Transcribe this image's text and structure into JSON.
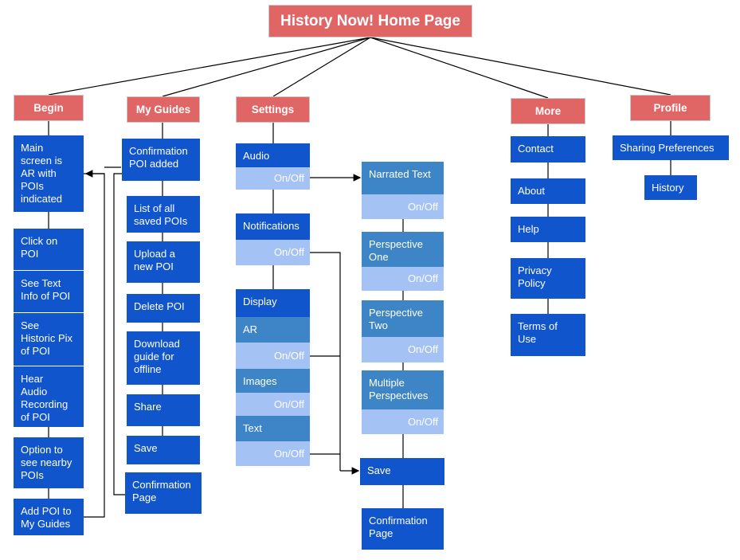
{
  "home": {
    "title": "History Now!  Home Page"
  },
  "menu": {
    "begin": "Begin",
    "my_guides": "My Guides",
    "settings": "Settings",
    "more": "More",
    "profile": "Profile"
  },
  "begin": {
    "items": [
      "Main\nscreen is\nAR with\nPOIs\nindicated",
      "Click on\nPOI",
      "See Text\nInfo of POI",
      "See\nHistoric Pix\nof POI",
      "Hear\nAudio\nRecording\nof POI",
      "Option to\nsee nearby\nPOIs",
      "Add POI to\nMy Guides"
    ]
  },
  "guides": {
    "items": [
      "Confirmation\nPOI added",
      "List of all\nsaved POIs",
      "Upload  a\nnew  POI",
      "Delete POI",
      "Download\nguide for\noffline",
      "Share",
      "Save",
      "Confirmation\nPage"
    ]
  },
  "settings": {
    "audio": "Audio",
    "notifications": "Notifications",
    "display": "Display",
    "ar": "AR",
    "images": "Images",
    "text": "Text",
    "onoff": "On/Off"
  },
  "audio_options": {
    "narrated": "Narrated Text",
    "perspective_one": "Perspective\nOne",
    "perspective_two": "Perspective\nTwo",
    "multiple": "Multiple\nPerspectives",
    "save": "Save",
    "confirmation": "Confirmation\nPage"
  },
  "more": {
    "items": [
      "Contact",
      "About",
      "Help",
      "Privacy\nPolicy",
      "Terms of\nUse"
    ]
  },
  "profile": {
    "items": [
      "Sharing Preferences",
      "History"
    ]
  },
  "colors": {
    "header_red": "#e06666",
    "node_blue": "#1155cc",
    "node_mid_blue": "#3d85c6",
    "toggle_light_blue": "#a4c2f4"
  }
}
